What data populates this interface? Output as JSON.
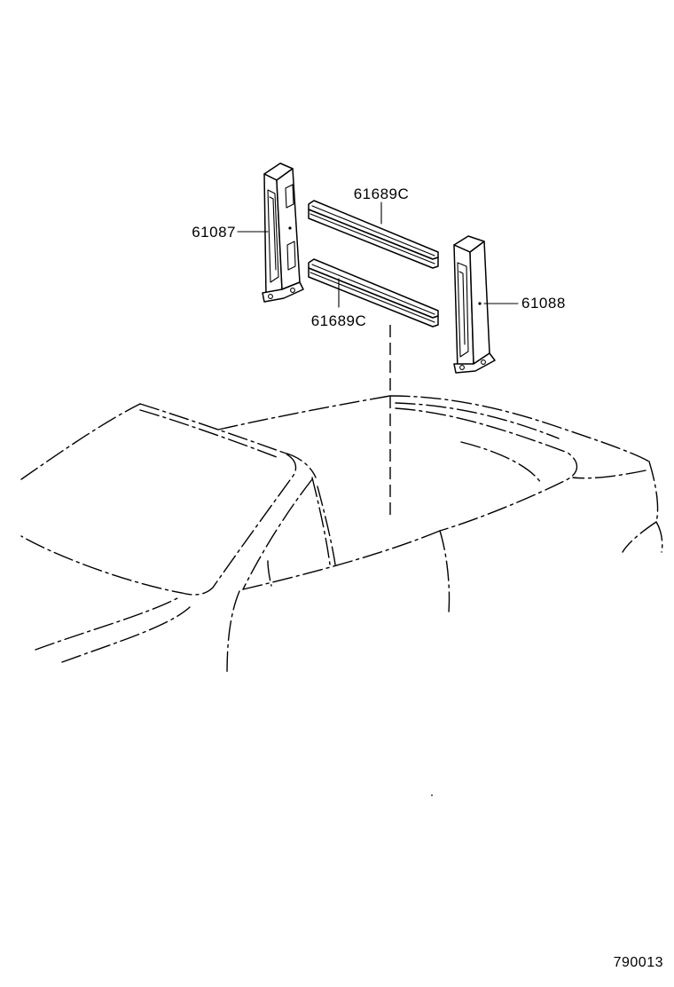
{
  "diagram": {
    "parts": [
      {
        "id": "left-pillar",
        "number": "61087"
      },
      {
        "id": "upper-rail",
        "number": "61689C"
      },
      {
        "id": "lower-rail",
        "number": "61689C"
      },
      {
        "id": "right-pillar",
        "number": "61088"
      }
    ],
    "reference_code": "790013",
    "line_color": "#000000",
    "background_color": "#ffffff"
  }
}
